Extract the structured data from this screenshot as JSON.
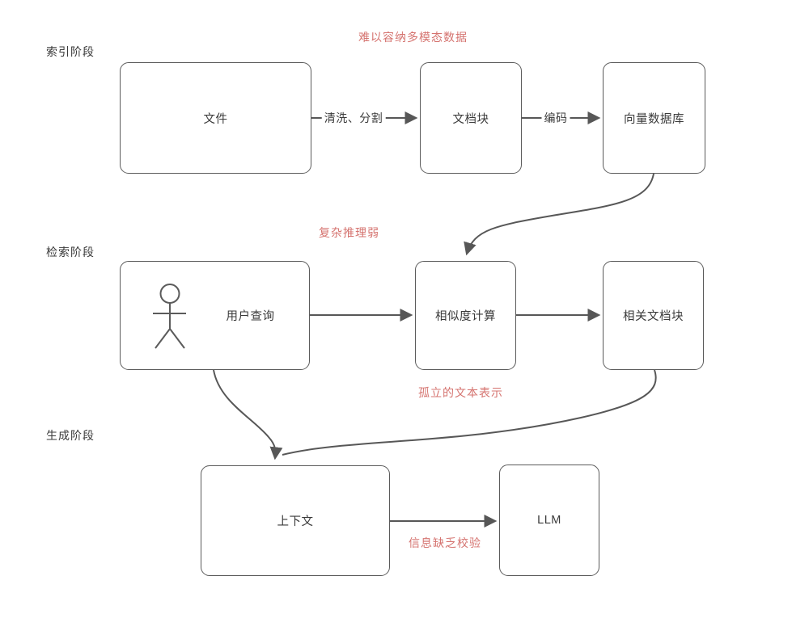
{
  "diagram_type": "flowchart",
  "topic": "RAG pipeline stages with weaknesses (Chinese)",
  "colors": {
    "background": "#ffffff",
    "box_border": "#5b5b5b",
    "line": "#575757",
    "text": "#3a3a3a",
    "annotation": "#d5736f"
  },
  "stages": [
    {
      "label": "索引阶段"
    },
    {
      "label": "检索阶段"
    },
    {
      "label": "生成阶段"
    }
  ],
  "annotations": {
    "multimodal": "难以容纳多模态数据",
    "reasoning": "复杂推理弱",
    "isolated": "孤立的文本表示",
    "verification": "信息缺乏校验"
  },
  "nodes": {
    "file": "文件",
    "doc_chunk": "文档块",
    "vector_db": "向量数据库",
    "user_query": "用户查询",
    "similarity": "相似度计算",
    "relevant_chunks": "相关文档块",
    "context": "上下文",
    "llm": "LLM"
  },
  "edge_labels": {
    "clean_split": "清洗、分割",
    "encode": "编码"
  },
  "icons": {
    "person": "person-icon (stick figure inside user query node)"
  }
}
